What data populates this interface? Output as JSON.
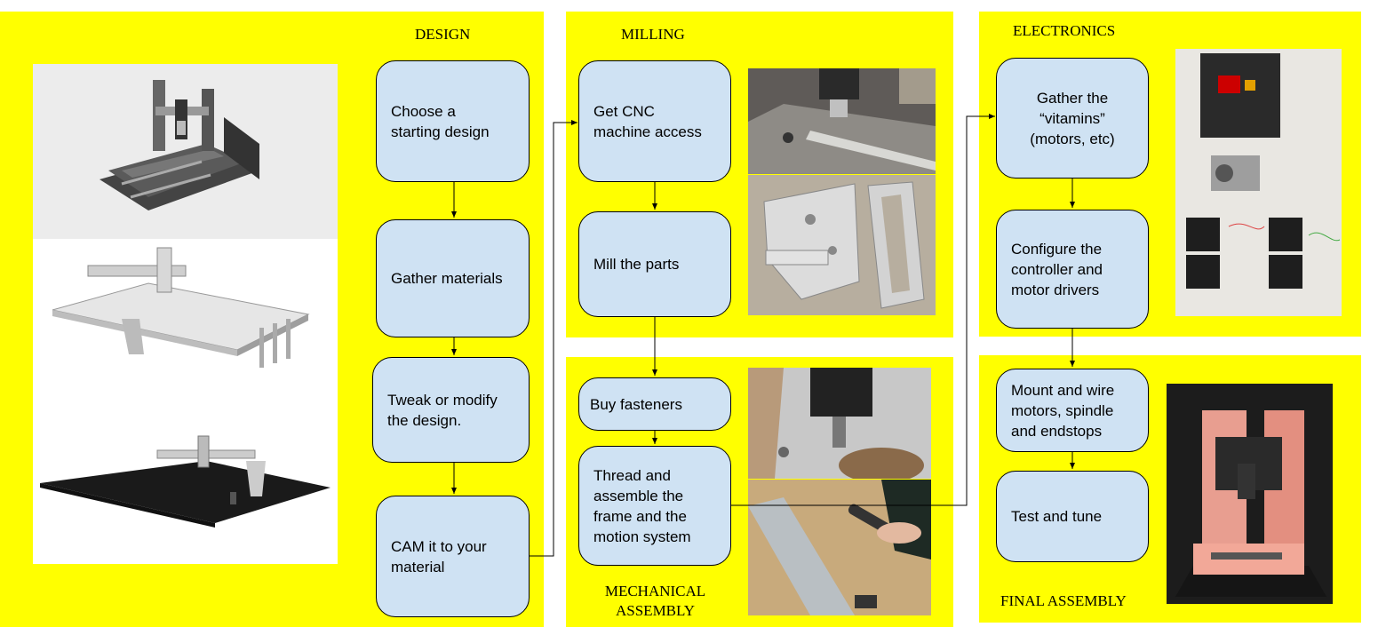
{
  "colors": {
    "panel": "#ffff00",
    "box_fill": "#cfe2f3",
    "line": "#000000"
  },
  "sections": {
    "design": "DESIGN",
    "milling": "MILLING",
    "mechanical": "MECHANICAL\nASSEMBLY",
    "electronics": "ELECTRONICS",
    "final": "FINAL ASSEMBLY"
  },
  "steps": {
    "choose_design": "Choose a\nstarting design",
    "gather_materials": "Gather materials",
    "tweak_design": "Tweak or modify\nthe design.",
    "cam_material": "CAM it to your\nmaterial",
    "cnc_access": "Get CNC\nmachine access",
    "mill_parts": "Mill the parts",
    "buy_fasteners": "Buy fasteners",
    "thread_assemble": "Thread and\nassemble the\nframe and the\nmotion system",
    "gather_vitamins": "Gather the\n“vitamins”\n(motors, etc)",
    "configure_controller": "Configure the\ncontroller and\nmotor drivers",
    "mount_wire": "Mount and wire\nmotors, spindle\nand endstops",
    "test_tune": "Test and tune"
  }
}
